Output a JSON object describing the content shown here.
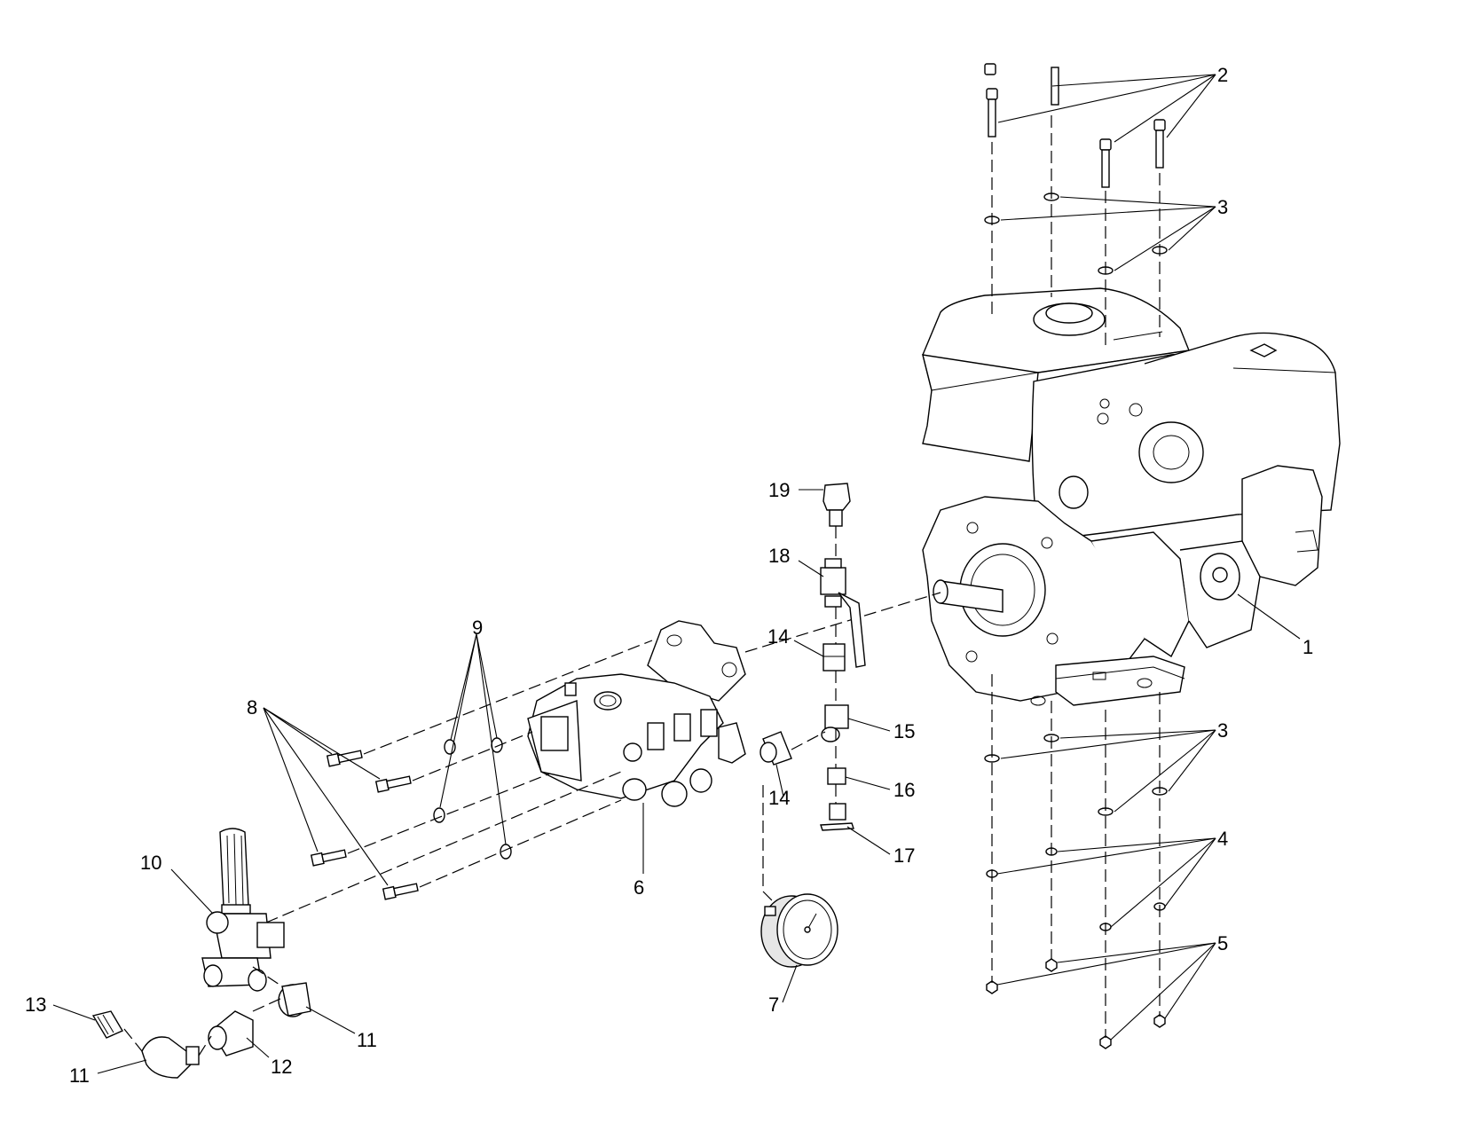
{
  "callouts": {
    "c1": "1",
    "c2": "2",
    "c3a": "3",
    "c3b": "3",
    "c4": "4",
    "c5": "5",
    "c6": "6",
    "c7": "7",
    "c8": "8",
    "c9": "9",
    "c10": "10",
    "c11a": "11",
    "c11b": "11",
    "c12": "12",
    "c13": "13",
    "c14a": "14",
    "c14b": "14",
    "c15": "15",
    "c16": "16",
    "c17": "17",
    "c18": "18",
    "c19": "19"
  }
}
